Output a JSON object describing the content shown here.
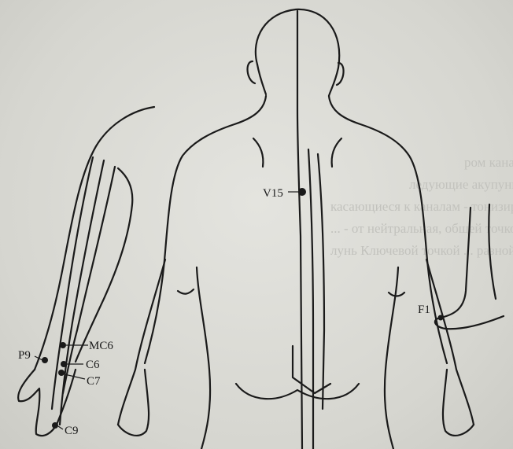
{
  "points": {
    "v15": "V15",
    "mc6": "MC6",
    "p9": "P9",
    "c6": "C6",
    "c7": "C7",
    "c9": "C9",
    "f1": "F1"
  },
  "faint_text": {
    "line1": "ром канал",
    "line2": "ледующие  акупунктурные точки входят в категорию",
    "line3": "касающиеся  к каналам - тонизирующая точка,",
    "line4": "...  - от  нейтральная, общей точкой",
    "line5": "лунь  Ключевой точкой ...  разной  формой"
  },
  "colors": {
    "ink": "#1a1a1a",
    "paper": "#d9d9d4",
    "ghost": "#c2c2bd"
  }
}
